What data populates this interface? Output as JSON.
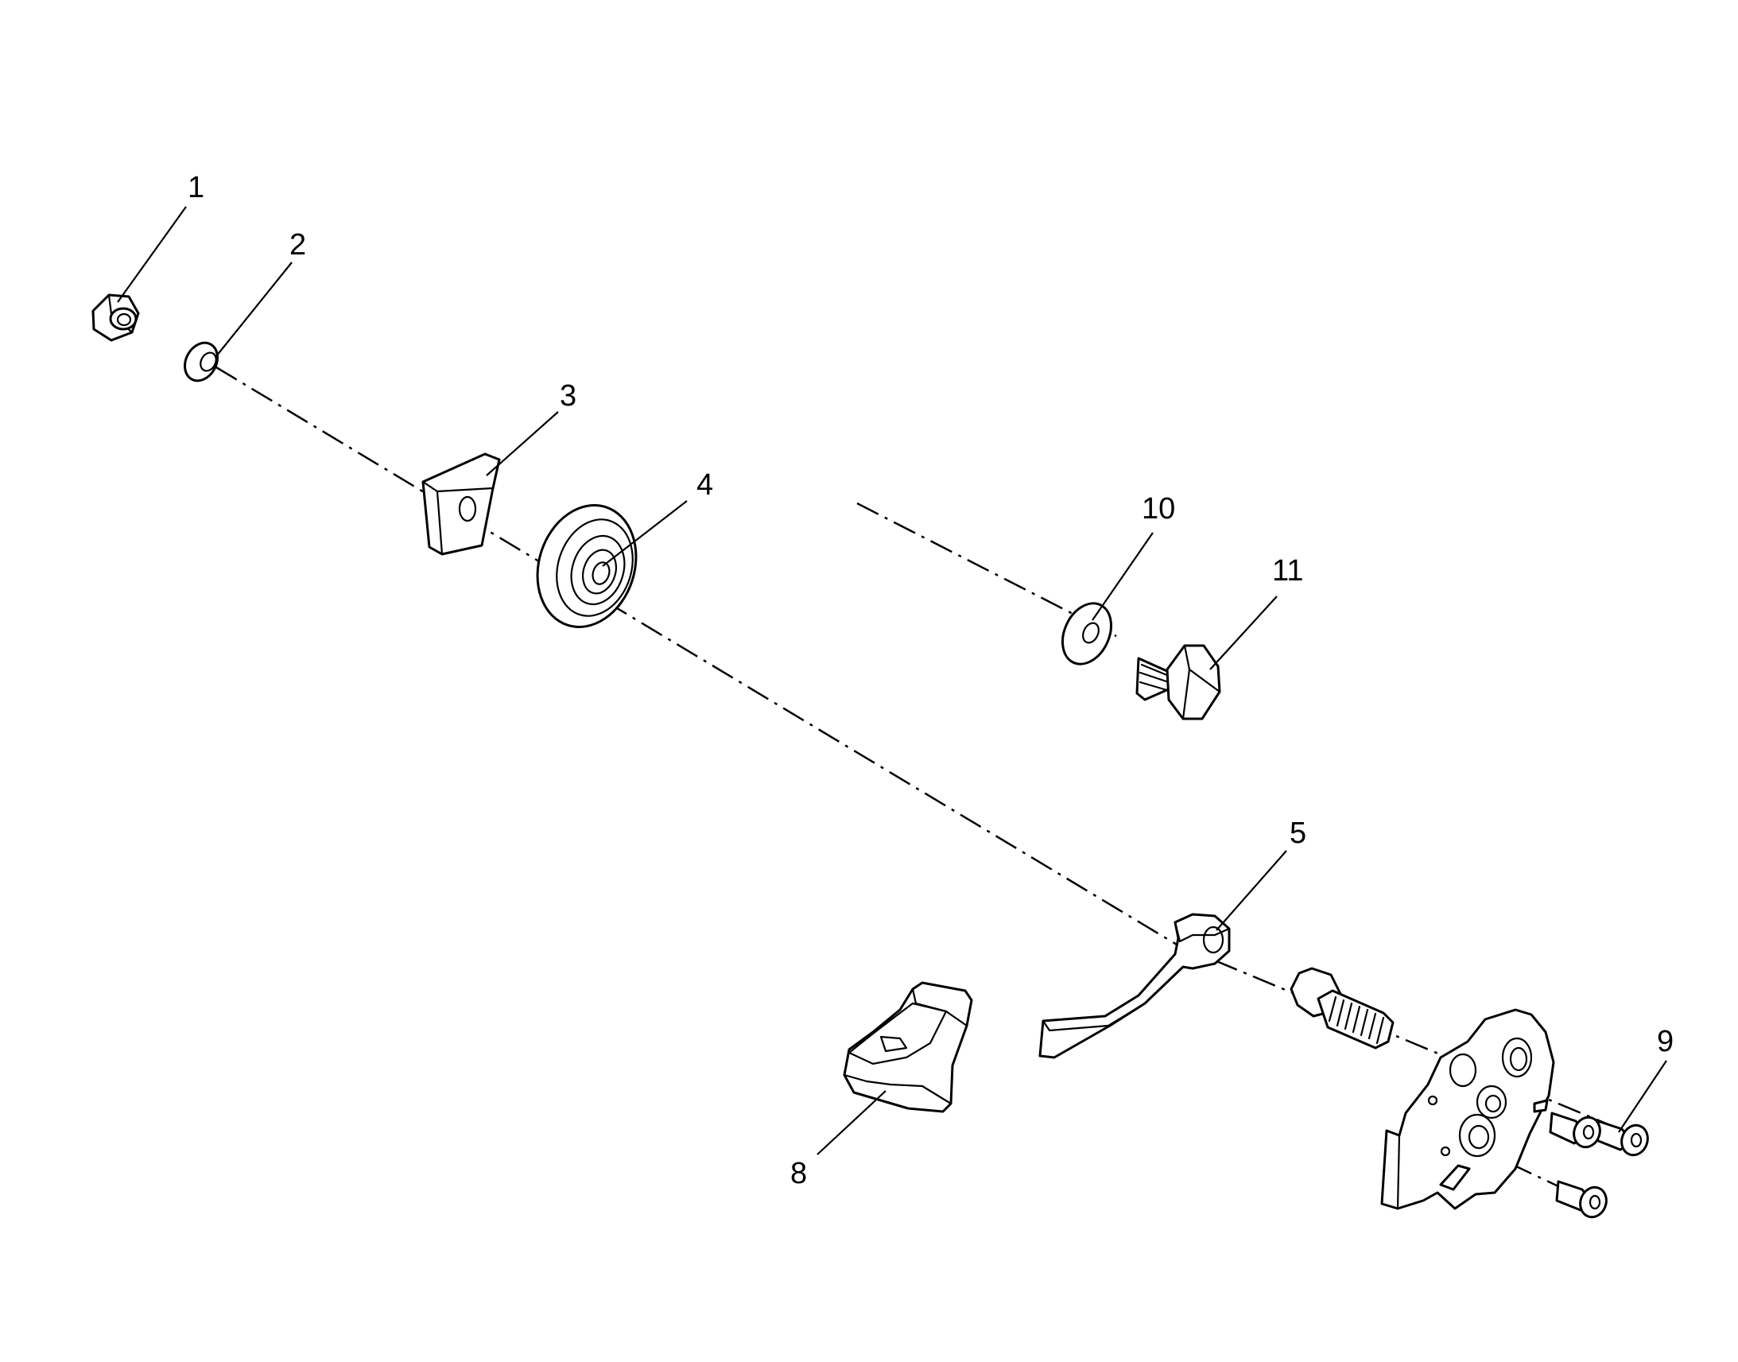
{
  "diagram": {
    "callouts": [
      {
        "id": "1",
        "label": "1"
      },
      {
        "id": "2",
        "label": "2"
      },
      {
        "id": "3",
        "label": "3"
      },
      {
        "id": "4",
        "label": "4"
      },
      {
        "id": "5",
        "label": "5"
      },
      {
        "id": "8",
        "label": "8"
      },
      {
        "id": "9",
        "label": "9"
      },
      {
        "id": "10",
        "label": "10"
      },
      {
        "id": "11",
        "label": "11"
      }
    ],
    "colors": {
      "line": "#000000",
      "background": "#ffffff"
    }
  }
}
